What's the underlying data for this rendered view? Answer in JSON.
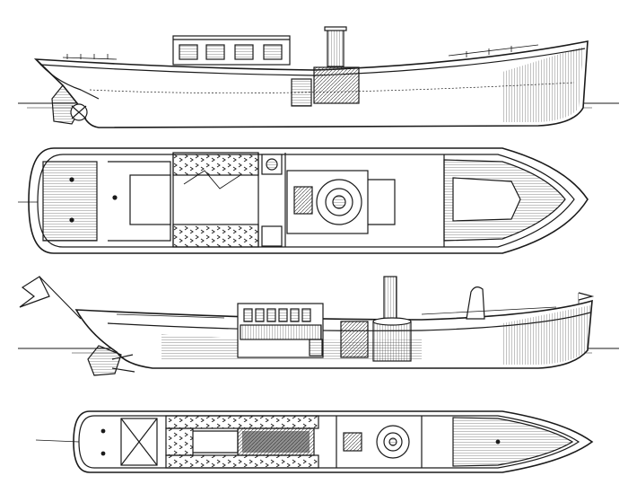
{
  "plate": {
    "background": "#ffffff",
    "ink": "#1a1a1a",
    "hatch": "#333333",
    "views": [
      {
        "id": "steam-launch-1-side",
        "kind": "side-elevation"
      },
      {
        "id": "steam-launch-1-deck",
        "kind": "deck-plan"
      },
      {
        "id": "steam-launch-2-side",
        "kind": "side-elevation"
      },
      {
        "id": "steam-launch-2-deck",
        "kind": "deck-plan"
      }
    ]
  }
}
